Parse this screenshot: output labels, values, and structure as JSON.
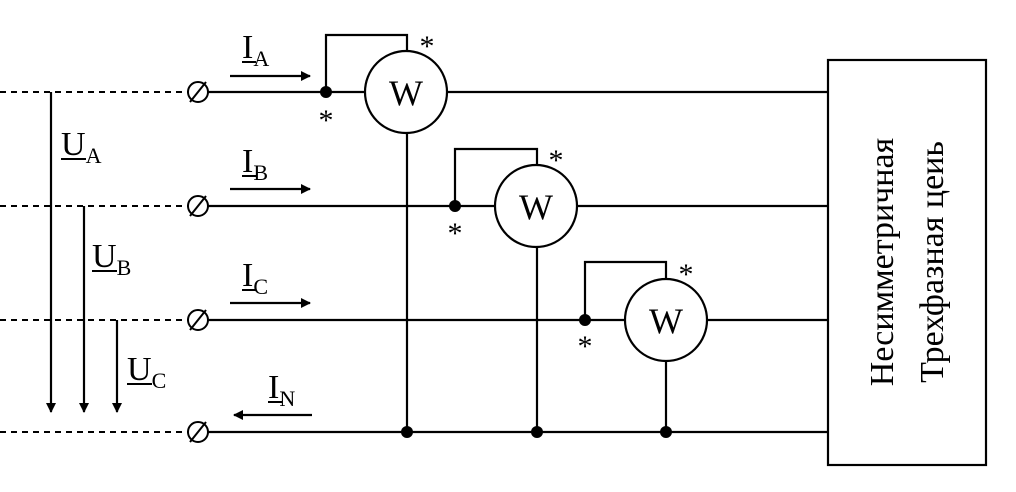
{
  "phases": [
    {
      "current_main": "I",
      "current_sub": "A",
      "voltage_main": "U",
      "voltage_sub": "A"
    },
    {
      "current_main": "I",
      "current_sub": "B",
      "voltage_main": "U",
      "voltage_sub": "B"
    },
    {
      "current_main": "I",
      "current_sub": "C",
      "voltage_main": "U",
      "voltage_sub": "C"
    }
  ],
  "neutral": {
    "current_main": "I",
    "current_sub": "N"
  },
  "wattmeter_label": "W",
  "polarity_mark": "*",
  "load": {
    "line1": "Несимметричная",
    "line2": "Трехфазная цеиь"
  }
}
